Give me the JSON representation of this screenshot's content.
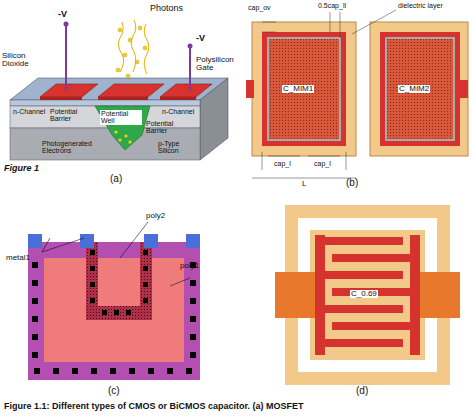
{
  "diagram": {
    "caption": "Figure 1.1: Different types of CMOS or BiCMOS capacitor. (a) MOSFET",
    "labels": [
      "Photons",
      "-V",
      "-V",
      "Silicon Dioxide",
      "Polysilicon Gate",
      "n-Channel",
      "n-Channel",
      "Potential Barrier",
      "Potential Well",
      "Potential Barrier",
      "Photogenerated Electrons",
      "p-Type Silicon",
      "Figure 1",
      "(a)",
      "cap_ov",
      "0.5cap_ll",
      "dielectric layer",
      "C_MIM1",
      "C_MIM2",
      "cap_l",
      "cap_l",
      "L",
      "(b)",
      "metal1",
      "poly2",
      "poly1",
      "(c)",
      "C_0.69",
      "(d)"
    ]
  }
}
